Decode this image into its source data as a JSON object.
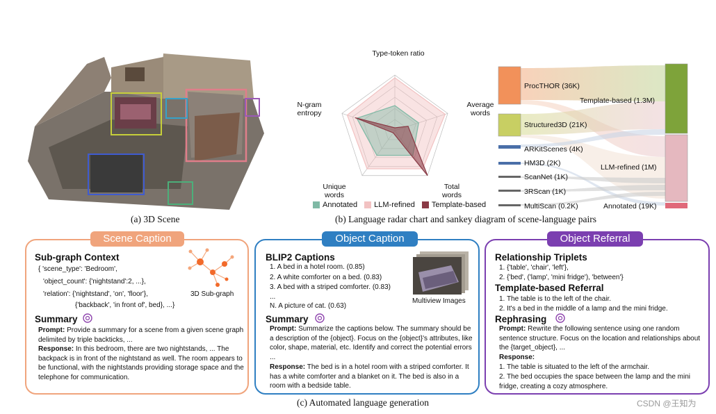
{
  "captions": {
    "a": "(a) 3D Scene",
    "b": "(b) Language radar chart and sankey diagram of scene-language pairs",
    "c": "(c) Automated language generation"
  },
  "radar": {
    "axes": [
      "Type-token ratio",
      "Average words",
      "Total words",
      "Unique words",
      "N-gram entropy"
    ],
    "legend": [
      {
        "name": "Annotated",
        "color": "#7fb9a5"
      },
      {
        "name": "LLM-refined",
        "color": "#f2c2c2"
      },
      {
        "name": "Template-based",
        "color": "#8a3a45"
      }
    ],
    "series": [
      {
        "name": "Annotated",
        "values": [
          0.45,
          0.45,
          0.55,
          0.55,
          0.72
        ]
      },
      {
        "name": "LLM-refined",
        "values": [
          0.95,
          0.95,
          0.85,
          0.85,
          0.9
        ]
      },
      {
        "name": "Template-based",
        "values": [
          0.05,
          0.25,
          1.0,
          0.05,
          0.75
        ]
      }
    ]
  },
  "sankey": {
    "sources": [
      {
        "label": "ProcTHOR (36K)",
        "color": "#f2915a"
      },
      {
        "label": "Structured3D (21K)",
        "color": "#c8cf63"
      },
      {
        "label": "ARKitScenes (4K)",
        "color": "#4a6fa8"
      },
      {
        "label": "HM3D (2K)",
        "color": "#4a6fa8"
      },
      {
        "label": "ScanNet (1K)",
        "color": "#666666"
      },
      {
        "label": "3RScan (1K)",
        "color": "#666666"
      },
      {
        "label": "MultiScan (0.2K)",
        "color": "#666666"
      }
    ],
    "targets": [
      {
        "label": "Template-based (1.3M)",
        "color": "#7ea33a"
      },
      {
        "label": "LLM-refined (1M)",
        "color": "#e5b8bf"
      },
      {
        "label": "Annotated (19K)",
        "color": "#e0697a"
      }
    ]
  },
  "scene_caption": {
    "tab": "Scene Caption",
    "heading": "Sub-graph Context",
    "lines": [
      "{ 'scene_type': 'Bedroom',",
      "'object_count': {'nightstand':2, ...},",
      "'relation': {'nightstand', 'on', 'floor'},",
      "{'backback', 'in front of', bed}, ...}"
    ],
    "graph_label": "3D Sub-graph",
    "summary": "Summary",
    "prompt_label": "Prompt:",
    "prompt": "Provide a summary for a scene from a given scene graph delimited by triple backticks, ...",
    "response_label": "Response:",
    "response": "In this bedroom, there are two nightstands, ... The backpack is in front of the nightstand as well. The room appears to be functional, with the nightstands providing storage space and the telephone for communication."
  },
  "object_caption": {
    "tab": "Object Caption",
    "heading": "BLIP2 Captions",
    "lines": [
      "1. A bed in a hotel room. (0.85)",
      "2. A white comforter on a bed. (0.83)",
      "3. A bed with a striped comforter. (0.83)",
      "...",
      "N. A picture of cat. (0.63)"
    ],
    "image_label": "Multiview Images",
    "summary": "Summary",
    "prompt_label": "Prompt:",
    "prompt": "Summarize the captions below. The summary should be a description of the {object}. Focus on the {object}'s attributes, like color, shape, material, etc. Identify and correct the potential errors ...",
    "response_label": "Response:",
    "response": "The bed is in a hotel room with a striped comforter. It has a white comforter and a blanket on it. The bed is also in a room with a bedside table."
  },
  "object_referral": {
    "tab": "Object Referral",
    "heading1": "Relationship Triplets",
    "triplets": [
      "1. {'table', 'chair', 'left'},",
      "2. {'bed', ('lamp', 'mini fridge'), 'between'}"
    ],
    "heading2": "Template-based Referral",
    "template_lines": [
      "1. The table is to the left of the chair.",
      "2. It's a bed in the middle of a lamp and the mini fridge."
    ],
    "heading3": "Rephrasing",
    "prompt_label": "Prompt:",
    "prompt": "Rewrite the following sentence using one random sentence structure. Focus on the location and relationships about the {target_object}, ...",
    "response_label": "Response:",
    "response_lines": [
      "1. The table is situated to the left of the armchair.",
      "2. The bed occupies the space between the lamp and the mini fridge, creating a cozy atmosphere."
    ]
  },
  "watermark": "CSDN @王知为"
}
